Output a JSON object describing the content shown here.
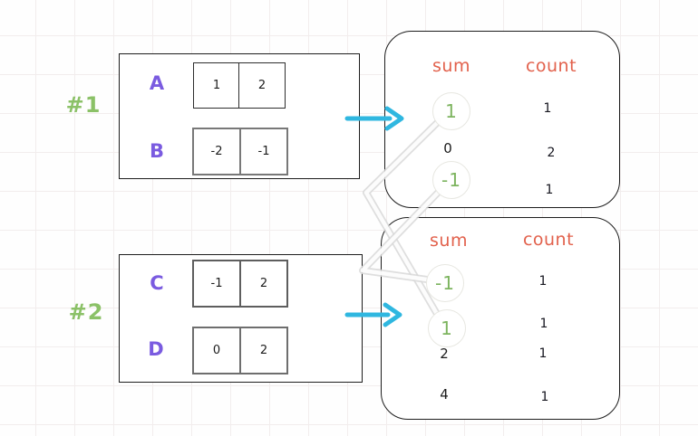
{
  "headers": {
    "sum": "sum",
    "count": "count"
  },
  "examples": [
    {
      "id": "#1",
      "arrays": [
        {
          "name": "A",
          "values": [
            "1",
            "2"
          ]
        },
        {
          "name": "B",
          "values": [
            "-2",
            "-1"
          ]
        }
      ],
      "result": {
        "rows": [
          {
            "sum": "1",
            "count": "1",
            "highlighted": true
          },
          {
            "sum": "0",
            "count": "2",
            "highlighted": false
          },
          {
            "sum": "-1",
            "count": "1",
            "highlighted": true
          }
        ]
      }
    },
    {
      "id": "#2",
      "arrays": [
        {
          "name": "C",
          "values": [
            "-1",
            "2"
          ]
        },
        {
          "name": "D",
          "values": [
            "0",
            "2"
          ]
        }
      ],
      "result": {
        "rows": [
          {
            "sum": "-1",
            "count": "1",
            "highlighted": true
          },
          {
            "sum": "1",
            "count": "1",
            "highlighted": true
          },
          {
            "sum": "2",
            "count": "1",
            "highlighted": false
          },
          {
            "sum": "4",
            "count": "1",
            "highlighted": false
          }
        ]
      }
    }
  ],
  "connectors": [
    {
      "from_example": "#1",
      "from_sum": "1",
      "to_example": "#2",
      "to_sum": "1"
    },
    {
      "from_example": "#1",
      "from_sum": "-1",
      "to_example": "#2",
      "to_sum": "-1"
    }
  ],
  "colors": {
    "example_label_green": "#8bc167",
    "array_letter_purple": "#7a5be0",
    "header_orange": "#e2614c",
    "highlight_green": "#7db45f",
    "arrow_cyan": "#2fb7e0",
    "connector_gray": "#d8d8d8"
  }
}
